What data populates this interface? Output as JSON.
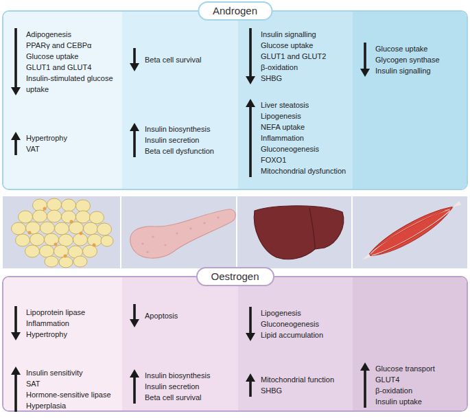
{
  "diagram": {
    "nodes": [
      {
        "text": [
          "Androgen"
        ]
      },
      {
        "text": [
          "Adipogenesis",
          "PPARγ and CEBPα",
          "Glucose uptake",
          "GLUT1 and GLUT4",
          "Insulin-stimulated glucose uptake",
          "Hypertrophy",
          "VAT"
        ],
        "in": 0
      },
      {
        "text": [
          "Beta cell survival",
          "Insulin biosynthesis",
          "Insulin secretion",
          "Beta cell dysfunction"
        ],
        "in": 0
      },
      {
        "text": [
          "Insulin signalling",
          "Glucose uptake",
          "GLUT1 and GLUT2",
          "β-oxidation",
          "SHBG",
          "Liver steatosis",
          "Lipogenesis",
          "NEFA uptake",
          "Inflammation",
          "Gluconeogenesis",
          "FOXO1",
          "Mitochondrial dysfunction"
        ],
        "in": 0
      },
      {
        "text": [
          "Glucose uptake",
          "Glycogen synthase",
          "Insulin signalling"
        ],
        "in": 0
      },
      {
        "text": [
          "Oestrogen"
        ]
      },
      {
        "text": [
          "Lipoprotein lipase",
          "Inflammation",
          "Hypertrophy",
          "Insulin sensitivity",
          "SAT",
          "Hormone-sensitive lipase",
          "Hyperplasia"
        ],
        "in": 5
      },
      {
        "text": [
          "Apoptosis",
          "Insulin biosynthesis",
          "Insulin secretion",
          "Beta cell survival"
        ],
        "in": 5
      },
      {
        "text": [
          "Lipogenesis",
          "Gluconeogenesis",
          "Lipid accumulation",
          "Mitochondrial function",
          "SHBG"
        ],
        "in": 5
      },
      {
        "text": [
          "Glucose transport",
          "GLUT4",
          "β-oxidation",
          "Insulin uptake"
        ],
        "in": 5
      }
    ]
  }
}
